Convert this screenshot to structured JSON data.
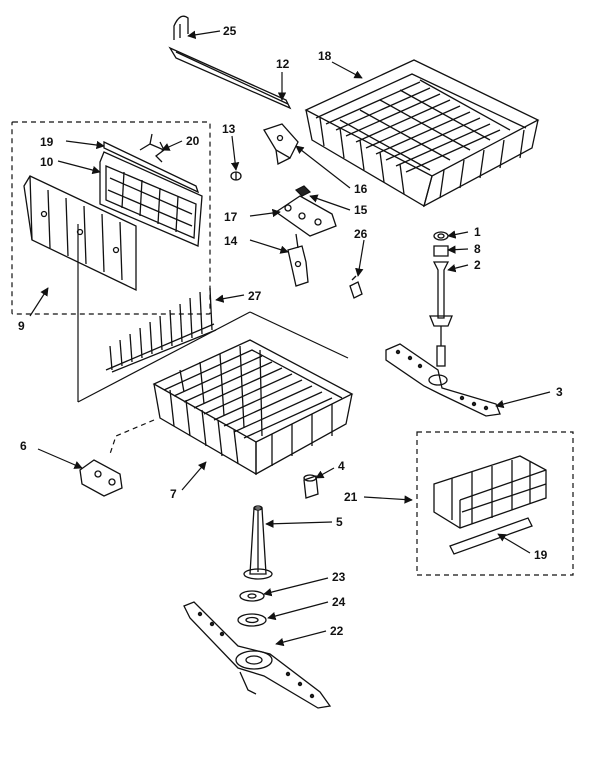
{
  "callouts": [
    "25",
    "12",
    "18",
    "13",
    "19",
    "20",
    "10",
    "16",
    "15",
    "17",
    "14",
    "26",
    "1",
    "8",
    "2",
    "9",
    "27",
    "3",
    "6",
    "4",
    "7",
    "5",
    "21",
    "19",
    "23",
    "24",
    "22"
  ]
}
